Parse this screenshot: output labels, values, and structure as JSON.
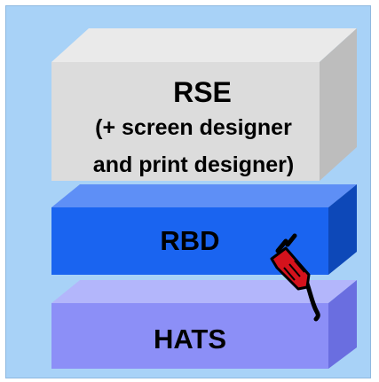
{
  "layers": {
    "rse": {
      "title": "RSE",
      "subtitle_line1": "(+ screen designer",
      "subtitle_line2": "and print designer)",
      "color": "#dcdcdc"
    },
    "rbd": {
      "title": "RBD",
      "color": "#1a64f0"
    },
    "hats": {
      "title": "HATS",
      "color": "#8c8ff7"
    }
  },
  "background_color": "#a8d2f7",
  "icons": [
    "power-plug-icon"
  ]
}
